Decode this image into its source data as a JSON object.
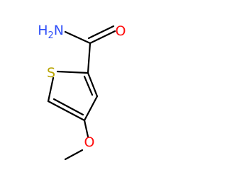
{
  "molecule": {
    "atoms": {
      "amine": {
        "symbol": "H",
        "subscript": "2",
        "element": "N"
      },
      "carbonyl_oxygen": {
        "symbol": "O"
      },
      "ring_sulfur": {
        "symbol": "S"
      },
      "ether_oxygen": {
        "symbol": "O"
      }
    }
  },
  "colors": {
    "bond": "#000000",
    "nitrogen": "#3050F8",
    "oxygen": "#FF0D0D",
    "sulfur": "#B8A400"
  }
}
